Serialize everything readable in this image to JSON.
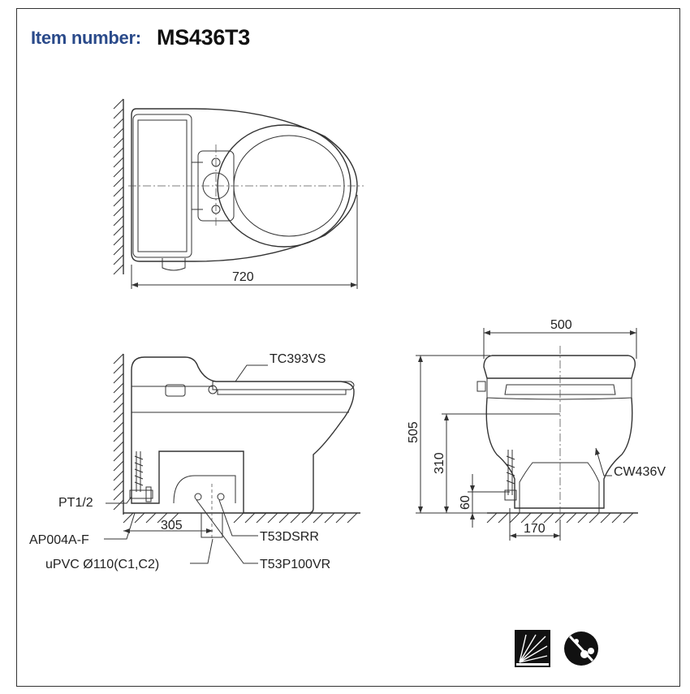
{
  "header": {
    "item_label": "Item number:",
    "item_value": "MS436T3"
  },
  "dimensions": {
    "top_length": "720",
    "front_width": "500",
    "total_height": "505",
    "outlet_height": "310",
    "supply_height": "60",
    "base_width": "170",
    "drain_offset": "305"
  },
  "part_labels": {
    "seat": "TC393VS",
    "supply_valve": "PT1/2",
    "flange": "AP004A-F",
    "drain_pipe": "uPVC Ø110(C1,C2)",
    "fixing_bolt": "T53DSRR",
    "connector": "T53P100VR",
    "bowl": "CW436V"
  },
  "icons": [
    "glaze-surface-icon",
    "anti-bacteria-icon"
  ],
  "colors": {
    "label_blue": "#2a4a8a",
    "line": "#333333"
  }
}
